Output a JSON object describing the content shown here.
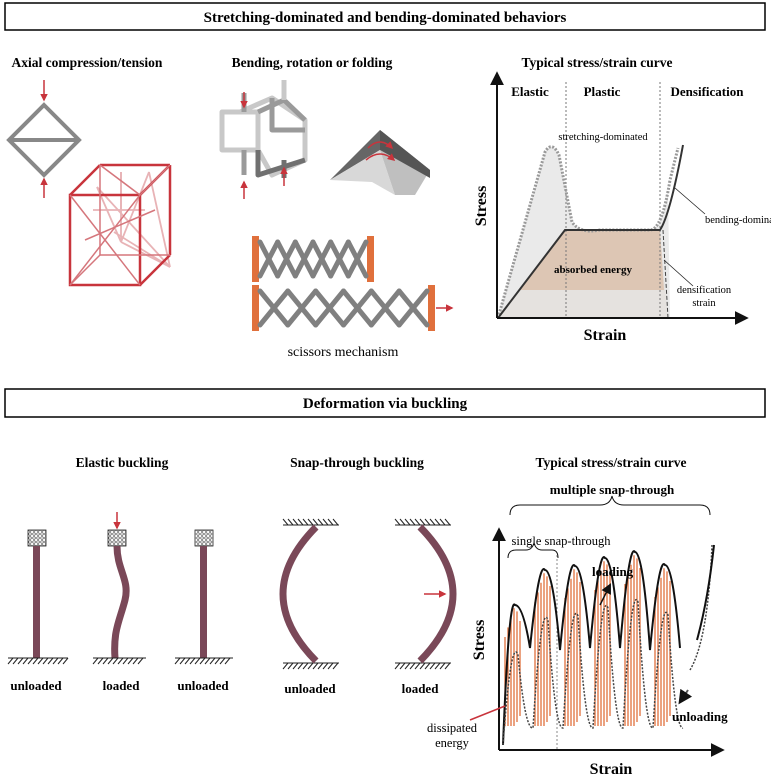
{
  "header1": "Stretching-dominated and bending-dominated behaviors",
  "header2": "Deformation via buckling",
  "sec_axial": "Axial compression/tension",
  "sec_bending": "Bending, rotation or folding",
  "scissors_label": "scissors mechanism",
  "chart1": {
    "title": "Typical stress/strain curve",
    "regions": [
      "Elastic",
      "Plastic",
      "Densification"
    ],
    "xlabel": "Strain",
    "ylabel": "Stress",
    "annotations": {
      "stretching": "stretching-dominated",
      "bending": "bending-dominated",
      "absorbed": "absorbed energy",
      "densification_1": "densification",
      "densification_2": "strain"
    }
  },
  "elastic": {
    "title": "Elastic buckling",
    "labels": [
      "unloaded",
      "loaded",
      "unloaded"
    ]
  },
  "snap": {
    "title": "Snap-through buckling",
    "labels": [
      "unloaded",
      "loaded"
    ]
  },
  "chart2": {
    "title": "Typical stress/strain curve",
    "multi": "multiple snap-through",
    "single": "single snap-through",
    "loading": "loading",
    "unloading": "unloading",
    "dissipated_1": "dissipated",
    "dissipated_2": "energy",
    "xlabel": "Strain",
    "ylabel": "Stress"
  },
  "colors": {
    "red": "#c8343c",
    "maroon": "#7a4858",
    "gray": "#808080",
    "orange": "#e0703c",
    "tan": "#ddc6b4"
  }
}
